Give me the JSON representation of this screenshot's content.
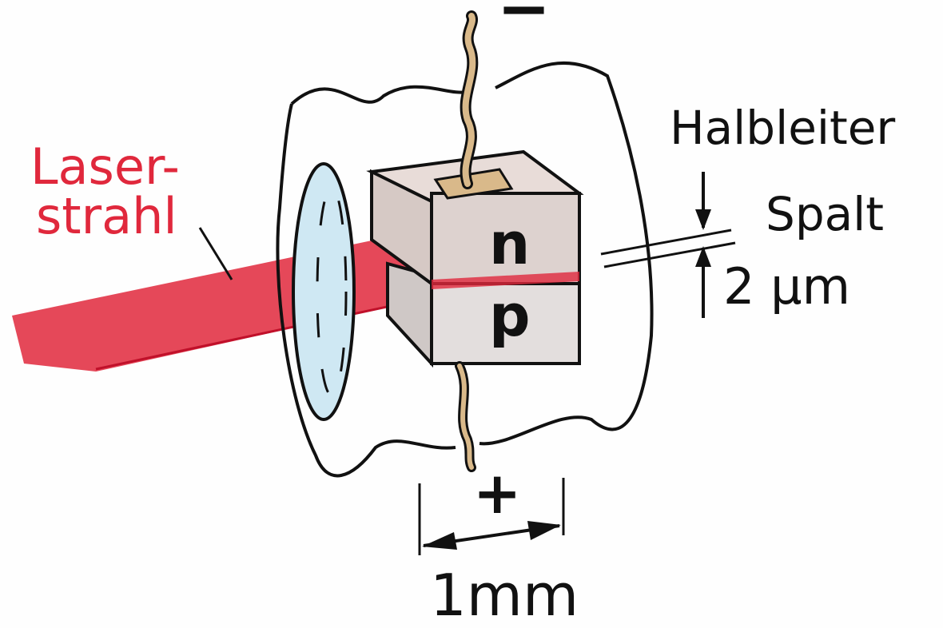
{
  "labels": {
    "laser_line1": "Laser-",
    "laser_line2": "strahl",
    "semiconductor": "Halbleiter",
    "gap": "Spalt",
    "gap_size": "2 μm",
    "n_layer": "n",
    "p_layer": "p",
    "minus": "−",
    "plus": "+",
    "width": "1mm"
  },
  "colors": {
    "laser": "#e0283c",
    "lens": "#bfe0ef",
    "block": "#ddd2cf",
    "wire": "#d9b98a",
    "ink": "#111111"
  }
}
